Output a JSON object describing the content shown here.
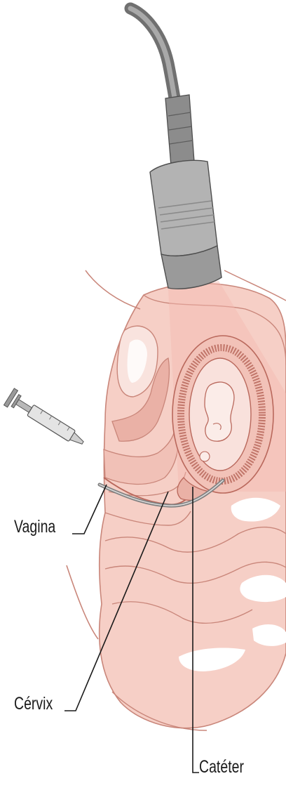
{
  "labels": {
    "vagina": "Vagina",
    "cervix": "Cérvix",
    "cateter": "Catéter"
  },
  "colors": {
    "skin": "#f6cfc6",
    "skin_dark": "#eab1a6",
    "tissue_line": "#c9867a",
    "uterus_wall": "#b9685c",
    "transducer_gray": "#9a9a9a",
    "ultrasound_beam": "#f3b8b0",
    "leader_line": "#1a1a1a"
  },
  "icons": [
    "syringe-icon",
    "ultrasound-transducer-icon"
  ]
}
